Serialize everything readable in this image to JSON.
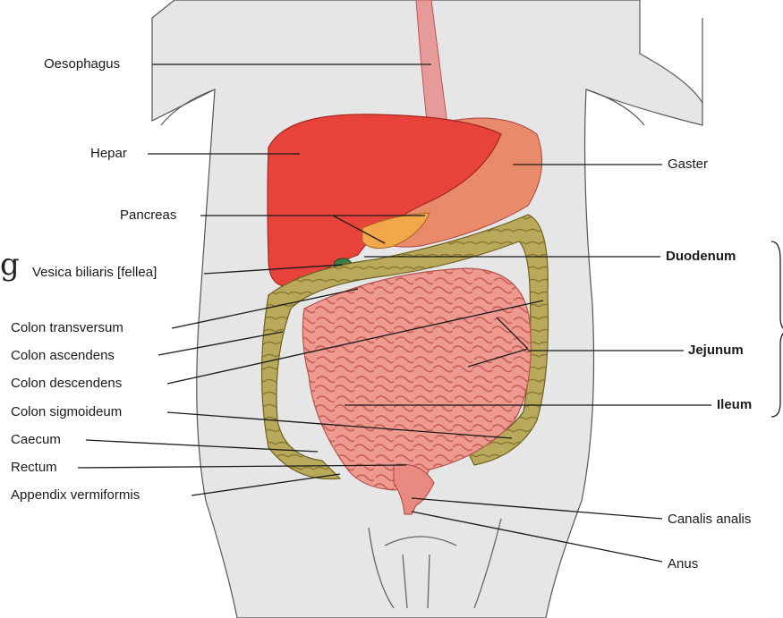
{
  "labels": {
    "oesophagus": "Oesophagus",
    "hepar": "Hepar",
    "pancreas": "Pancreas",
    "vesica_biliaris": "Vesica biliaris [fellea]",
    "colon_transversum": "Colon transversum",
    "colon_ascendens": "Colon ascendens",
    "colon_descendens": "Colon descendens",
    "colon_sigmoideum": "Colon sigmoideum",
    "caecum": "Caecum",
    "rectum": "Rectum",
    "appendix": "Appendix vermiformis",
    "gaster": "Gaster",
    "duodenum": "Duodenum",
    "jejunum": "Jejunum",
    "ileum": "Ileum",
    "canalis_analis": "Canalis analis",
    "anus": "Anus"
  },
  "edge_glyph": "g",
  "colors": {
    "body": "#e6e6e6",
    "liver": "#e8433a",
    "stomach": "#e98a6a",
    "oesophagus": "#e79a9a",
    "colon": "#b9a95a",
    "small_intestine": "#ef9a90",
    "pancreas": "#f1a74a",
    "gallbladder": "#3e7a45",
    "leader_line": "#1a1a1a"
  }
}
